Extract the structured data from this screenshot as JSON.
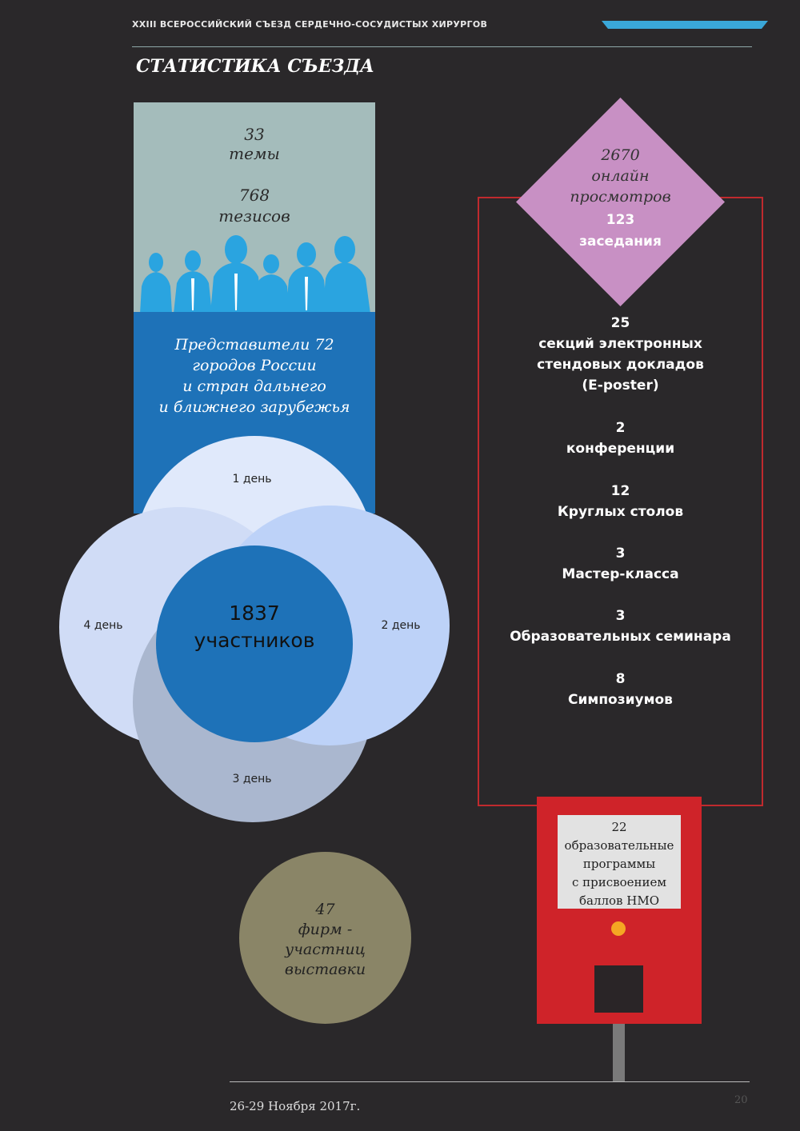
{
  "header": {
    "conference_title": "XXIII ВСЕРОССИЙСКИЙ СЪЕЗД СЕРДЕЧНО-СОСУДИСТЫХ ХИРУРГОВ",
    "accent_color": "#3aa7d8"
  },
  "page_title": "СТАТИСТИКА СЪЕЗДА",
  "topics": {
    "count": "33",
    "label": "темы"
  },
  "theses": {
    "count": "768",
    "label": "тезисов"
  },
  "representatives": {
    "line1": "Представители 72",
    "line2": "городов России",
    "line3": "и стран дальнего",
    "line4": "и ближнего зарубежья"
  },
  "participants": {
    "count": "1837",
    "label": "участников",
    "days": {
      "day1": "1 день",
      "day2": "2 день",
      "day3": "3 день",
      "day4": "4 день"
    }
  },
  "exhibition": {
    "count": "47",
    "line1": "фирм -",
    "line2": "участниц",
    "line3": "выставки"
  },
  "online": {
    "count": "2670",
    "line1": "онлайн",
    "line2": "просмотров",
    "sessions_count": "123",
    "sessions_label": "заседания"
  },
  "stats": [
    {
      "number": "25",
      "lines": [
        "секций электронных",
        "стендовых докладов",
        "(E-poster)"
      ]
    },
    {
      "number": "2",
      "lines": [
        "конференции"
      ]
    },
    {
      "number": "12",
      "lines": [
        "Круглых столов"
      ]
    },
    {
      "number": "3",
      "lines": [
        "Мастер-класса"
      ]
    },
    {
      "number": "3",
      "lines": [
        "Образовательных семинара"
      ]
    },
    {
      "number": "8",
      "lines": [
        "Симпозиумов"
      ]
    }
  ],
  "nmo_box": {
    "count": "22",
    "line1": "образовательные",
    "line2": "программы",
    "line3": "с присвоением",
    "line4": "баллов НМО"
  },
  "footer": {
    "date": "26-29 Ноября 2017г.",
    "page_number": "20"
  },
  "colors": {
    "background": "#2a282a",
    "gray_block": "#a4bcbb",
    "blue": "#1e72b8",
    "silhouettes": "#2aa4e0",
    "diamond": "#c890c4",
    "frame_red": "#c02a2e",
    "box_red": "#cf2329",
    "olive": "#8a8567"
  }
}
